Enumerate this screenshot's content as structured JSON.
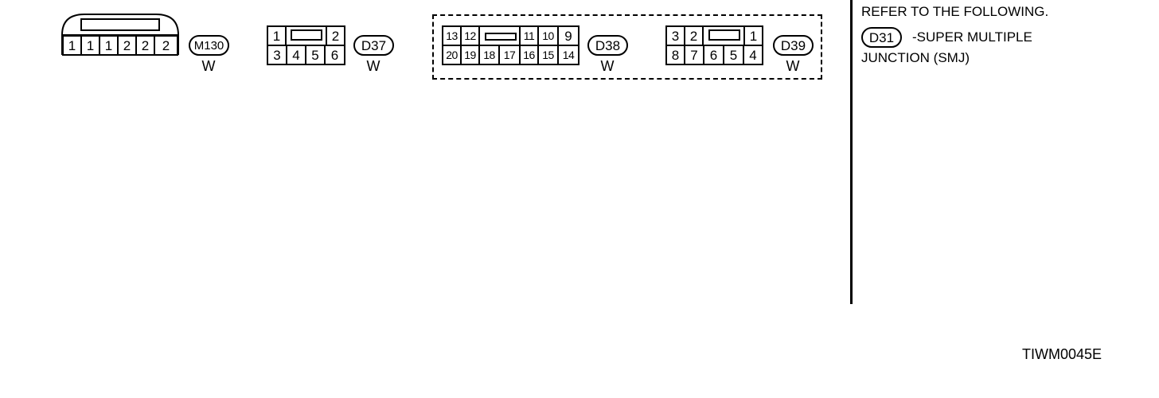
{
  "connectors": {
    "m130": {
      "id": "M130",
      "color": "W",
      "terminals": [
        "1",
        "1",
        "1",
        "2",
        "2",
        "2"
      ]
    },
    "d37": {
      "id": "D37",
      "color": "W",
      "top_row": [
        "1",
        "2"
      ],
      "bottom_row": [
        "3",
        "4",
        "5",
        "6"
      ]
    },
    "d38": {
      "id": "D38",
      "color": "W",
      "top_left": [
        "13",
        "12"
      ],
      "top_right": [
        "11",
        "10",
        "9"
      ],
      "bottom_row": [
        "20",
        "19",
        "18",
        "17",
        "16",
        "15",
        "14"
      ]
    },
    "d39": {
      "id": "D39",
      "color": "W",
      "top_left": [
        "3",
        "2"
      ],
      "top_right": [
        "1"
      ],
      "bottom_row": [
        "8",
        "7",
        "6",
        "5",
        "4"
      ]
    }
  },
  "notes": {
    "refer": "REFER TO THE FOLLOWING.",
    "d31_id": "D31",
    "d31_text_line1": "-SUPER MULTIPLE",
    "d31_text_line2": "JUNCTION (SMJ)"
  },
  "figure_code": "TIWM0045E"
}
